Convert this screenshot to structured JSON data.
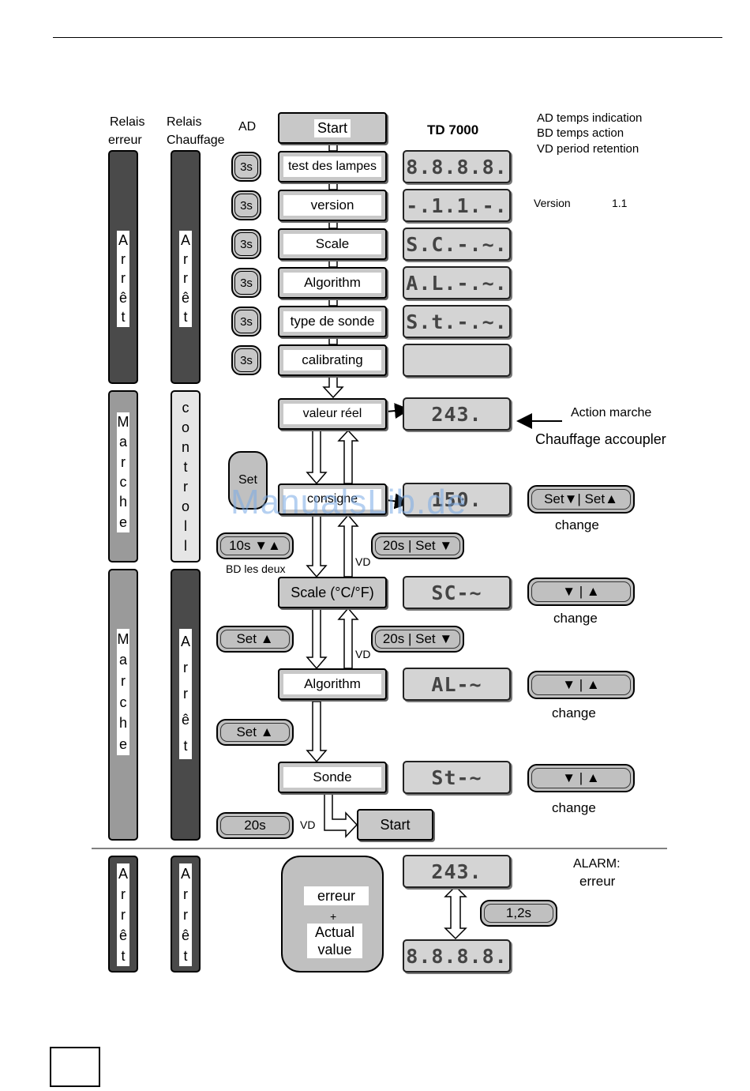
{
  "headers": {
    "relais_erreur": [
      "Relais",
      "erreur"
    ],
    "relais_chauffage": [
      "Relais",
      "Chauffage"
    ],
    "ad": "AD",
    "model": "TD 7000"
  },
  "legend": {
    "ad": "AD  temps indication",
    "bd": "BD  temps action",
    "vd": "VD  period retention"
  },
  "version_note": {
    "label": "Version",
    "value": "1.1"
  },
  "flow": {
    "start": "Start",
    "test": "test des lampes",
    "version": "version",
    "scale": "Scale",
    "algorithm": "Algorithm",
    "sonde_type": "type de sonde",
    "calibrating": "calibrating",
    "valeur": "valeur réel",
    "consigne": "consigne",
    "scale_unit": "Scale (°C/°F)",
    "algorithm2": "Algorithm",
    "sonde": "Sonde",
    "start2": "Start",
    "alarm_box": {
      "erreur": "erreur",
      "plus": "+",
      "actual1": "Actual",
      "actual2": "value"
    }
  },
  "displays": {
    "d1": "8.8.8.8.",
    "d2": "-.1.1.-.",
    "d3": "S.C.-.~.",
    "d4": "A.L.-.~.",
    "d5": "S.t.-.~.",
    "d6": "",
    "d7": "243.",
    "d8": "150.",
    "d9": "SC-~",
    "d10": "AL-~",
    "d11": "St-~",
    "d12": "243.",
    "d13": "8.8.8.8."
  },
  "timers": {
    "t3s": "3s",
    "set_oct": "Set",
    "t10s": "10s ▼▲",
    "bd_les_deux": "BD  les deux",
    "t20s_set": "20s | Set ▼",
    "vd": "VD",
    "set_up": "Set ▲",
    "t20s": "20s",
    "t12s": "1,2s"
  },
  "right": {
    "action1": "Action marche",
    "action2": "Chauffage accoupler",
    "set_down_set_up": "Set▼| Set▲",
    "down_up": "▼  |  ▲",
    "change": "change",
    "alarm1": "ALARM:",
    "alarm2": "erreur"
  },
  "relays": {
    "arret": [
      "A",
      "r",
      "r",
      "ê",
      "t"
    ],
    "marche": [
      "M",
      "a",
      "r",
      "c",
      "h",
      "e"
    ],
    "controll": [
      "c",
      "o",
      "n",
      "t",
      "r",
      "o",
      "l",
      "l"
    ]
  },
  "watermark": "ManualsLib.de"
}
